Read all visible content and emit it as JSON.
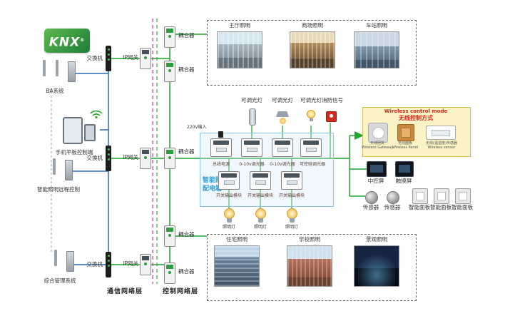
{
  "logo": {
    "text": "KNX"
  },
  "left": {
    "devices": [
      {
        "label": "BA系统"
      },
      {
        "label": "手机平板控制端"
      },
      {
        "label": "智能照明远程控制"
      },
      {
        "label": "综合管理系统"
      }
    ]
  },
  "network": {
    "switches": [
      "交换机",
      "交换机",
      "交换机"
    ],
    "gateways": [
      "IP网关",
      "IP网关",
      "IP网关"
    ],
    "couplers": [
      "耦合器",
      "耦合器",
      "耦合器",
      "耦合器",
      "耦合器"
    ],
    "layers": {
      "communication": "通信网络层",
      "control": "控制网络层"
    }
  },
  "scenes": {
    "top": [
      {
        "label": "主厅照明"
      },
      {
        "label": "商场照明"
      },
      {
        "label": "车站照明"
      }
    ],
    "bottom": [
      {
        "label": "住宅照明"
      },
      {
        "label": "学校照明"
      },
      {
        "label": "景观照明"
      }
    ]
  },
  "cabinet": {
    "title_line1": "智能照明",
    "title_line2": "配电箱",
    "power_input": "220V输入",
    "row1_modules": [
      {
        "label": "总线电源"
      },
      {
        "label": "0-10v调光器"
      },
      {
        "label": "0-10v调光器"
      },
      {
        "label": "可控硅调光器"
      }
    ],
    "row2_modules": [
      {
        "label": "开关输出模块"
      },
      {
        "label": "开关输出模块"
      },
      {
        "label": "开关输出模块"
      }
    ],
    "loads": [
      {
        "label": "可调光灯"
      },
      {
        "label": "可调光灯"
      },
      {
        "label": "可调光灯"
      },
      {
        "label": "消防信号"
      }
    ],
    "lamps": [
      {
        "label": "照明灯"
      },
      {
        "label": "照明灯"
      },
      {
        "label": "照明灯"
      }
    ]
  },
  "wireless": {
    "title_en": "Wireless control mode",
    "title_cn": "无线控制方式",
    "devices": [
      {
        "cn": "无线网关",
        "en": "Wireless Gateway"
      },
      {
        "cn": "无线面板",
        "en": "Wireless Panel"
      },
      {
        "cn": "无线(温湿度)传感器",
        "en": "Wireless sensor"
      }
    ]
  },
  "right": {
    "row1": [
      {
        "label": "中控屏"
      },
      {
        "label": "触摸屏"
      }
    ],
    "sensors": [
      {
        "label": "传感器"
      },
      {
        "label": "传感器"
      }
    ],
    "panels": [
      {
        "label": "智能面板"
      },
      {
        "label": "智能面板"
      },
      {
        "label": "智能面板"
      }
    ]
  },
  "colors": {
    "bus_green": "#1ca62c",
    "lan_blue": "#2b6cb8",
    "separator_pink": "#f02ca0",
    "knx_green": "#3aa13a",
    "alarm_red": "#d42a1e"
  }
}
